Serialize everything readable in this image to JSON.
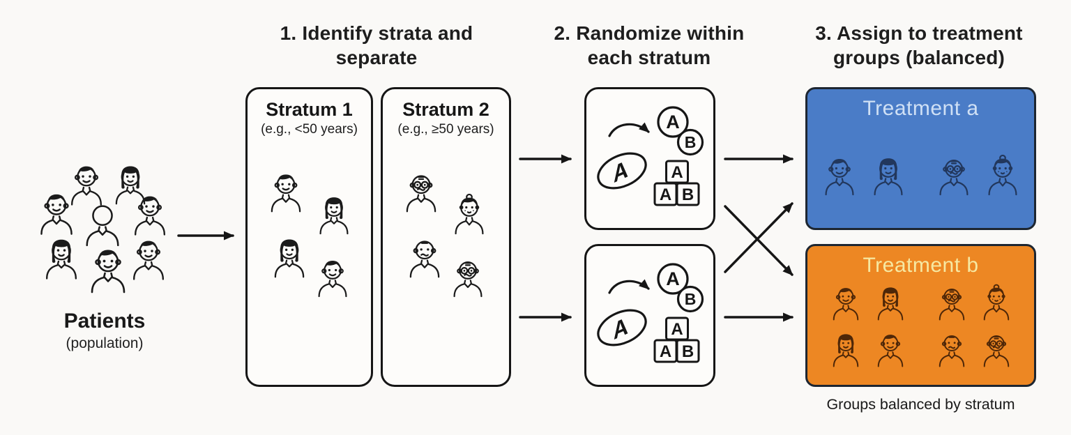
{
  "headings": {
    "step1": "1. Identify strata and separate",
    "step2": "2. Randomize within each stratum",
    "step3": "3. Assign to treatment groups (balanced)"
  },
  "patients": {
    "label": "Patients",
    "sublabel": "(population)",
    "people": [
      "young-man",
      "young-woman",
      "young-man",
      "plain",
      "young-man",
      "young-woman",
      "young-man",
      "young-man"
    ]
  },
  "strata": [
    {
      "title": "Stratum 1",
      "subtitle": "(e.g., <50 years)",
      "people": [
        "young-man",
        "young-woman",
        "young-woman",
        "young-man"
      ]
    },
    {
      "title": "Stratum 2",
      "subtitle": "(e.g., ≥50 years)",
      "people": [
        "old-man",
        "old-woman",
        "old-man-plain",
        "old-man"
      ]
    }
  ],
  "randomize": {
    "coin_letter": "A",
    "circle_a": "A",
    "circle_b": "B",
    "block_top": "A",
    "block_left": "A",
    "block_right": "B"
  },
  "treatments": [
    {
      "title": "Treatment a",
      "bg": "#4a7cc7",
      "title_color": "#cfe0f5",
      "people": [
        "young-man",
        "young-woman",
        "old-man",
        "old-woman"
      ]
    },
    {
      "title": "Treatment b",
      "bg": "#ed8723",
      "title_color": "#f6e8a2",
      "rows": [
        [
          "young-man",
          "young-woman",
          "old-man",
          "old-woman"
        ],
        [
          "young-woman",
          "young-man",
          "old-man-plain",
          "old-man"
        ]
      ]
    }
  ],
  "footnote": "Groups balanced by stratum"
}
